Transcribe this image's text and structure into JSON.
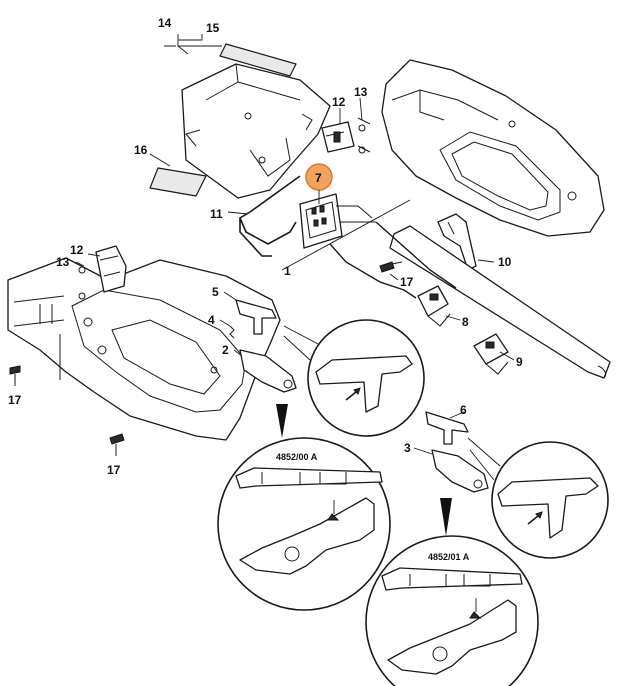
{
  "labels": {
    "l14": "14",
    "l15": "15",
    "l16": "16",
    "l11": "11",
    "l7": "7",
    "l12a": "12",
    "l13a": "13",
    "l10": "10",
    "l1": "1",
    "l17a": "17",
    "l8": "8",
    "l9": "9",
    "l12b": "12",
    "l13b": "13",
    "l5": "5",
    "l4": "4",
    "l2": "2",
    "l17b": "17",
    "l17c": "17",
    "l6": "6",
    "l3": "3"
  },
  "part_numbers": {
    "pn_a": "4852/00 A",
    "pn_b": "4852/01 A"
  },
  "highlight_color": "#f0a25f"
}
